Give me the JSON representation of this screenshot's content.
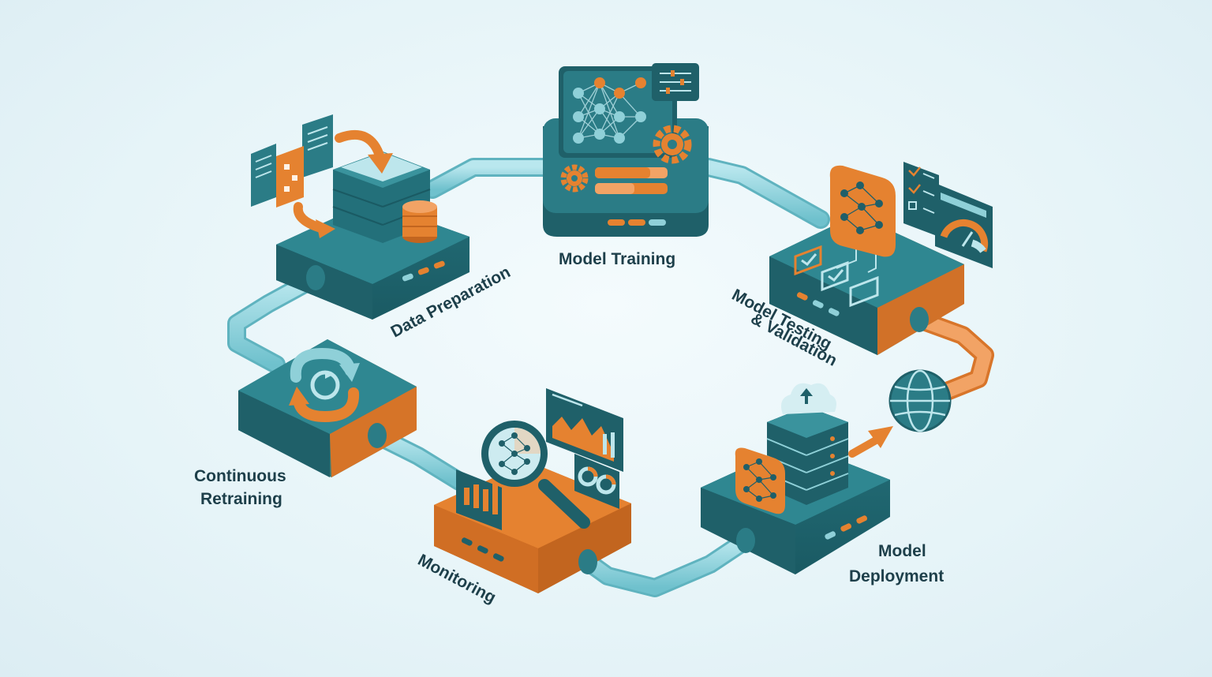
{
  "diagram": {
    "stages": [
      {
        "id": "data-preparation",
        "label": "Data Preparation"
      },
      {
        "id": "model-training",
        "label": "Model Training"
      },
      {
        "id": "model-testing",
        "label_line1": "Model Testing",
        "label_line2": "& Validation"
      },
      {
        "id": "model-deployment",
        "label_line1": "Model",
        "label_line2": "Deployment"
      },
      {
        "id": "monitoring",
        "label": "Monitoring"
      },
      {
        "id": "continuous-retraining",
        "label_line1": "Continuous",
        "label_line2": "Retraining"
      }
    ],
    "icons": {
      "data-preparation": [
        "document-icon",
        "flowchart-icon",
        "curved-arrow-icon",
        "database-icon"
      ],
      "model-training": [
        "neural-network-icon",
        "sliders-icon",
        "gear-icon",
        "progress-bar-icon"
      ],
      "model-testing": [
        "neural-network-icon",
        "checklist-icon",
        "gauge-icon",
        "checkbox-icon"
      ],
      "model-deployment": [
        "cloud-upload-icon",
        "server-stack-icon",
        "globe-icon",
        "arrow-icon"
      ],
      "monitoring": [
        "magnifier-icon",
        "bar-chart-icon",
        "line-chart-icon",
        "donut-chart-icon"
      ],
      "continuous-retraining": [
        "refresh-icon"
      ]
    },
    "colors": {
      "teal": "#2b7c86",
      "teal_dark": "#1f5f69",
      "teal_top": "#3a8f99",
      "orange": "#e58230",
      "orange_dark": "#c2651f",
      "pipe": "#8ed3dc",
      "pipe_orange": "#ef9a55",
      "label": "#1d3f4a"
    }
  }
}
